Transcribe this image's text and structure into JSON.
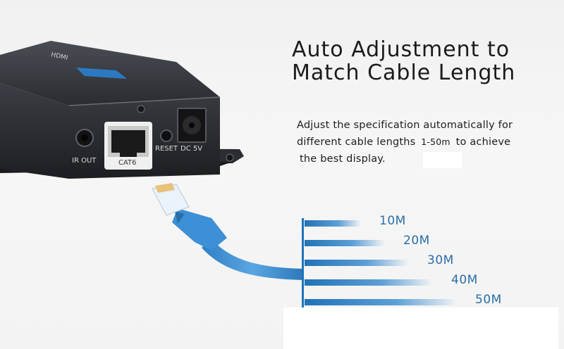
{
  "headline": {
    "line1": "Auto Adjustment to",
    "line2": "Match Cable Length"
  },
  "description": {
    "part1": "Adjust the specification automatically for",
    "part2": "different cable lengths",
    "range": "1-50m",
    "part3": "to achieve",
    "part4": "the best display."
  },
  "device": {
    "brand_label": "HDMI",
    "ports": {
      "ir_out": "IR OUT",
      "cat6": "CAT6",
      "reset": "RESET",
      "dc": "DC 5V"
    }
  },
  "cable_lengths": [
    {
      "label": "10M",
      "level": 0.2
    },
    {
      "label": "20M",
      "level": 0.4
    },
    {
      "label": "30M",
      "level": 0.6
    },
    {
      "label": "40M",
      "level": 0.8
    },
    {
      "label": "50M",
      "level": 1.0
    }
  ],
  "colors": {
    "device_body": "#2e3035",
    "cable_blue": "#3f8fd0",
    "bar_blue": "#1f73b8",
    "label_blue": "#2a6ea8"
  }
}
